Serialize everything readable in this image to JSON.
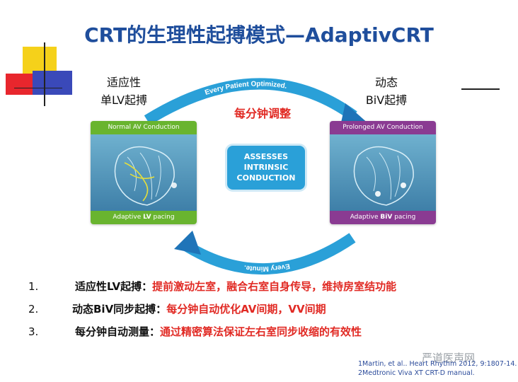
{
  "title": "CRT的生理性起搏模式—AdaptivCRT",
  "left_label": [
    "适应性",
    "单LV起搏"
  ],
  "right_label": [
    "动态",
    "BiV起搏"
  ],
  "center_red_label": "每分钟调整",
  "top_arrow_text": "Every Patient Optimized.",
  "bottom_arrow_text": "Every Minute.",
  "left_panel": {
    "header": "Normal AV Conduction",
    "footer_prefix": "Adaptive",
    "footer_bold": "LV",
    "footer_suffix": "pacing"
  },
  "right_panel": {
    "header": "Prolonged AV Conduction",
    "footer_prefix": "Adaptive",
    "footer_bold": "BiV",
    "footer_suffix": "pacing"
  },
  "center_box": [
    "ASSESSES",
    "INTRINSIC",
    "CONDUCTION"
  ],
  "list": [
    {
      "num": "1.",
      "label": "适应性LV起搏：",
      "desc": "提前激动左室，融合右室自身传导，维持房室结功能"
    },
    {
      "num": "2.",
      "label": "动态BiV同步起搏：",
      "desc": "每分钟自动优化AV间期，VV间期"
    },
    {
      "num": "3.",
      "label": "每分钟自动测量：",
      "desc": "通过精密算法保证左右室同步收缩的有效性"
    }
  ],
  "references": [
    "1Martin, et al.. Heart Rhythm 2012, 9:1807-14.",
    "2Medtronic Viva XT CRT-D manual."
  ],
  "watermark": "严道医声网",
  "colors": {
    "title": "#1f4e9c",
    "red": "#e12a24",
    "arrow": "#2aa0d8",
    "green": "#69b42f",
    "purple": "#8a3b92"
  }
}
